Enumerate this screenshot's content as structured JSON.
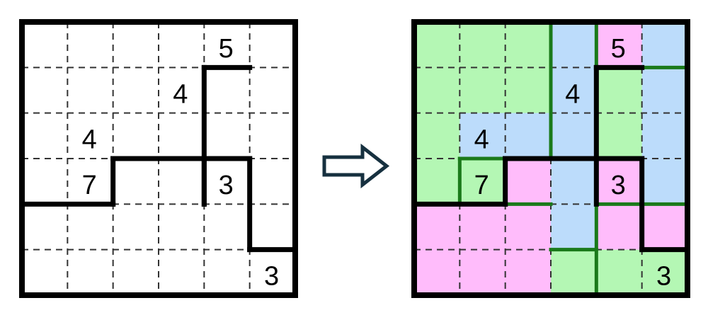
{
  "figure": {
    "title": "Fillomino-style grid puzzle and its solution",
    "kind": "puzzle-diagram",
    "grid_size": {
      "rows": 6,
      "cols": 6
    },
    "arrow": {
      "name": "rightwards-arrow",
      "glyph": "=>",
      "stroke_color": "#16303f",
      "fill_color": "#ffffff"
    },
    "palette": {
      "green": "#b4f7b4",
      "blue": "#bcdcfb",
      "pink": "#ffbcfb",
      "white": "#ffffff",
      "thick_line": "#000000",
      "region_line": "#1a7a1a",
      "dashed_line": "#333333",
      "text": "#000000"
    }
  },
  "left_panel": {
    "name": "puzzle-grid",
    "clues": [
      {
        "label": "5",
        "row": 1,
        "col": 5
      },
      {
        "label": "4",
        "row": 2,
        "col": 4
      },
      {
        "label": "4",
        "row": 3,
        "col": 2
      },
      {
        "label": "7",
        "row": 4,
        "col": 2
      },
      {
        "label": "3",
        "row": 4,
        "col": 5
      },
      {
        "label": "3",
        "row": 6,
        "col": 6
      }
    ],
    "thick_segments": [
      {
        "type": "h",
        "row": 1,
        "c0": 4,
        "c1": 5
      },
      {
        "type": "v",
        "col": 4,
        "r0": 1,
        "r1": 4
      },
      {
        "type": "h",
        "row": 3,
        "c0": 2,
        "c1": 4
      },
      {
        "type": "v",
        "col": 4,
        "r0": 3,
        "r1": 4
      },
      {
        "type": "h",
        "row": 3,
        "c0": 4,
        "c1": 5
      },
      {
        "type": "v",
        "col": 2,
        "r0": 3,
        "r1": 4
      },
      {
        "type": "h",
        "row": 4,
        "c0": 0,
        "c1": 2
      },
      {
        "type": "v",
        "col": 5,
        "r0": 3,
        "r1": 5
      },
      {
        "type": "h",
        "row": 5,
        "c0": 5,
        "c1": 6
      }
    ]
  },
  "right_panel": {
    "name": "solution-grid",
    "clues": [
      {
        "label": "5",
        "row": 1,
        "col": 5
      },
      {
        "label": "4",
        "row": 2,
        "col": 4
      },
      {
        "label": "4",
        "row": 3,
        "col": 2
      },
      {
        "label": "7",
        "row": 4,
        "col": 2
      },
      {
        "label": "3",
        "row": 4,
        "col": 5
      },
      {
        "label": "3",
        "row": 6,
        "col": 6
      }
    ],
    "cell_colors": [
      [
        "green",
        "green",
        "green",
        "blue",
        "pink",
        "blue"
      ],
      [
        "green",
        "green",
        "green",
        "blue",
        "green",
        "blue"
      ],
      [
        "green",
        "blue",
        "blue",
        "blue",
        "green",
        "blue"
      ],
      [
        "green",
        "green",
        "pink",
        "blue",
        "pink",
        "blue"
      ],
      [
        "pink",
        "pink",
        "pink",
        "blue",
        "pink",
        "pink"
      ],
      [
        "pink",
        "pink",
        "pink",
        "green",
        "green",
        "green"
      ]
    ],
    "thick_segments": [
      {
        "type": "h",
        "row": 1,
        "c0": 4,
        "c1": 5
      },
      {
        "type": "v",
        "col": 4,
        "r0": 1,
        "r1": 4
      },
      {
        "type": "h",
        "row": 3,
        "c0": 2,
        "c1": 4
      },
      {
        "type": "h",
        "row": 3,
        "c0": 4,
        "c1": 5
      },
      {
        "type": "v",
        "col": 2,
        "r0": 3,
        "r1": 4
      },
      {
        "type": "h",
        "row": 4,
        "c0": 0,
        "c1": 2
      },
      {
        "type": "v",
        "col": 5,
        "r0": 3,
        "r1": 5
      },
      {
        "type": "h",
        "row": 5,
        "c0": 5,
        "c1": 6
      }
    ],
    "region_segments": [
      {
        "type": "v",
        "col": 3,
        "r0": 0,
        "r1": 3
      },
      {
        "type": "h",
        "row": 3,
        "c0": 1,
        "c1": 3
      },
      {
        "type": "v",
        "col": 1,
        "r0": 3,
        "r1": 4
      },
      {
        "type": "h",
        "row": 4,
        "c0": 1,
        "c1": 3
      },
      {
        "type": "v",
        "col": 4,
        "r0": 0,
        "r1": 1
      },
      {
        "type": "h",
        "row": 1,
        "c0": 4,
        "c1": 6
      },
      {
        "type": "v",
        "col": 6,
        "r0": 1,
        "r1": 4
      },
      {
        "type": "h",
        "row": 4,
        "c0": 4,
        "c1": 6
      },
      {
        "type": "v",
        "col": 4,
        "r0": 3,
        "r1": 6
      },
      {
        "type": "h",
        "row": 5,
        "c0": 3,
        "c1": 4
      },
      {
        "type": "h",
        "row": 4,
        "c0": 6,
        "c1": 6
      }
    ]
  }
}
